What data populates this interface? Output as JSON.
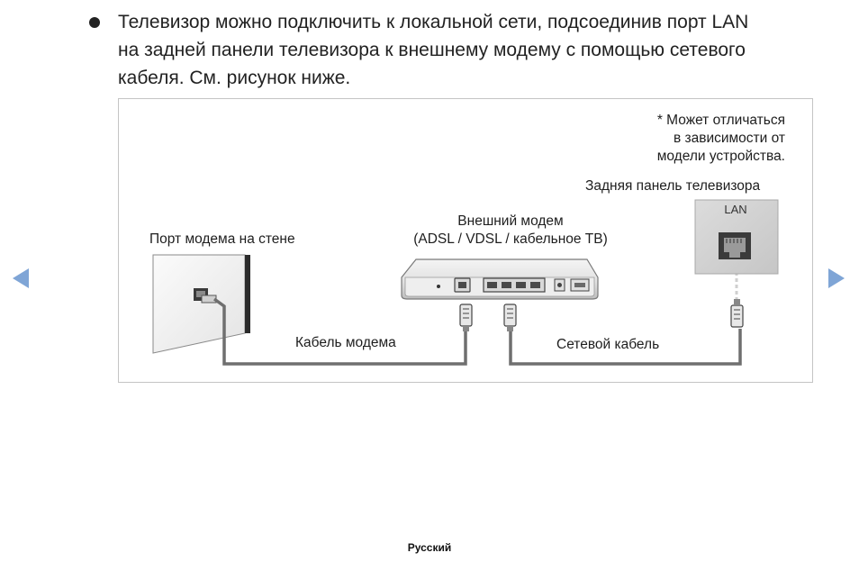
{
  "bullet": {
    "line1": "Телевизор можно подключить к локальной сети, подсоединив порт LAN",
    "line2": "на задней панели телевизора к внешнему модему с помощью сетевого",
    "line3": "кабеля. См. рисунок ниже."
  },
  "figure": {
    "note_line1": "* Может отличаться",
    "note_line2": "в зависимости от",
    "note_line3": "модели устройства.",
    "tv_panel_label": "Задняя панель телевизора",
    "lan_port_label": "LAN",
    "modem_title_line1": "Внешний модем",
    "modem_title_line2": "(ADSL / VDSL / кабельное ТВ)",
    "wall_port_label": "Порт модема на стене",
    "modem_cable_label": "Кабель модема",
    "network_cable_label": "Сетевой кабель",
    "colors": {
      "cable": "#6f6f6f",
      "modem_body": "#e6e6e6",
      "panel": "#d3d3d3",
      "nav_arrow": "#7fa5d6"
    }
  },
  "navigation": {
    "prev_icon": "triangle-left-icon",
    "next_icon": "triangle-right-icon"
  },
  "footer": {
    "language": "Русский"
  }
}
